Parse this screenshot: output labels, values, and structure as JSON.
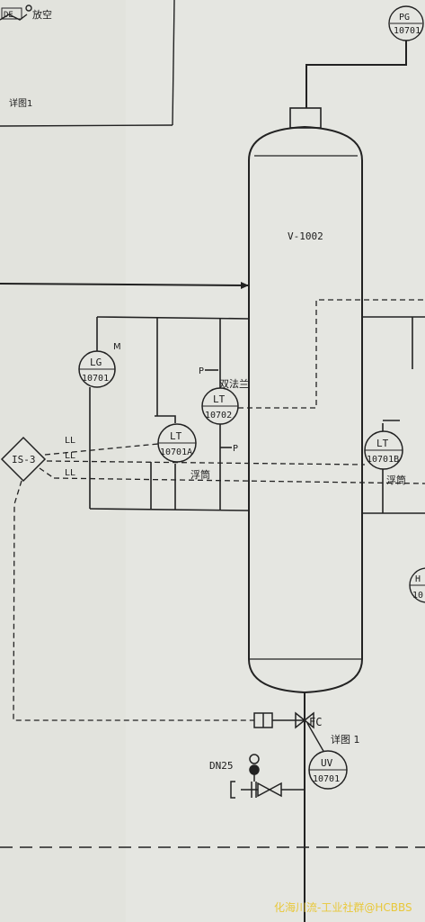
{
  "detail_box": {
    "de_label": "DE",
    "vent_label": "放空",
    "detail_label": "详图1"
  },
  "pg": {
    "tag": "PG",
    "number": "10701"
  },
  "vessel": {
    "name": "V-1002"
  },
  "lg": {
    "tag": "LG",
    "number": "10701",
    "mark": "M"
  },
  "lt_10702": {
    "tag": "LT",
    "number": "10702",
    "flange_note": "双法兰",
    "p_label": "P"
  },
  "lt_10701a": {
    "tag": "LT",
    "number": "10701A",
    "float_note": "浮筒",
    "p_label": "P"
  },
  "lt_10701b": {
    "tag": "LT",
    "number": "10701B",
    "float_note": "浮筒"
  },
  "interlock": {
    "tag": "IS-3",
    "ll1": "LL",
    "ll2": "LL",
    "ll3": "LL"
  },
  "valve": {
    "fail_position": "FC",
    "detail_note": "详图 1"
  },
  "uv": {
    "tag": "UV",
    "number": "10701"
  },
  "drain": {
    "size": "DN25"
  },
  "partial_right": {
    "letter": "H",
    "number": "10"
  },
  "watermark": "化海川流-工业社群@HCBBS"
}
